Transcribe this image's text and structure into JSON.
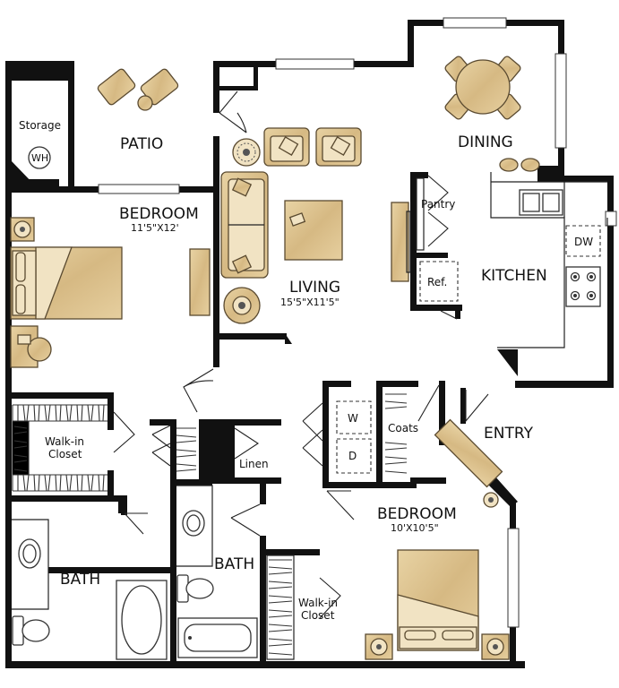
{
  "rooms": {
    "patio": "PATIO",
    "storage": "Storage",
    "wh": "WH",
    "dining": "DINING",
    "bedroom1": "BEDROOM",
    "bedroom1_dim": "11'5\"X12'",
    "living": "LIVING",
    "living_dim": "15'5\"X11'5\"",
    "pantry": "Pantry",
    "kitchen": "KITCHEN",
    "dw": "DW",
    "ref": "Ref.",
    "walkin1_line1": "Walk-in",
    "walkin1_line2": "Closet",
    "linen": "Linen",
    "washer": "W",
    "dryer": "D",
    "coats": "Coats",
    "entry": "ENTRY",
    "bath1": "BATH",
    "bath2": "BATH",
    "bedroom2": "BEDROOM",
    "bedroom2_dim": "10'X10'5\"",
    "walkin2_line1": "Walk-in",
    "walkin2_line2": "Closet"
  },
  "colors": {
    "wall": "#111111",
    "furniture": "#d9bf8c",
    "furniture_light": "#f1e3c3",
    "background": "#ffffff"
  }
}
